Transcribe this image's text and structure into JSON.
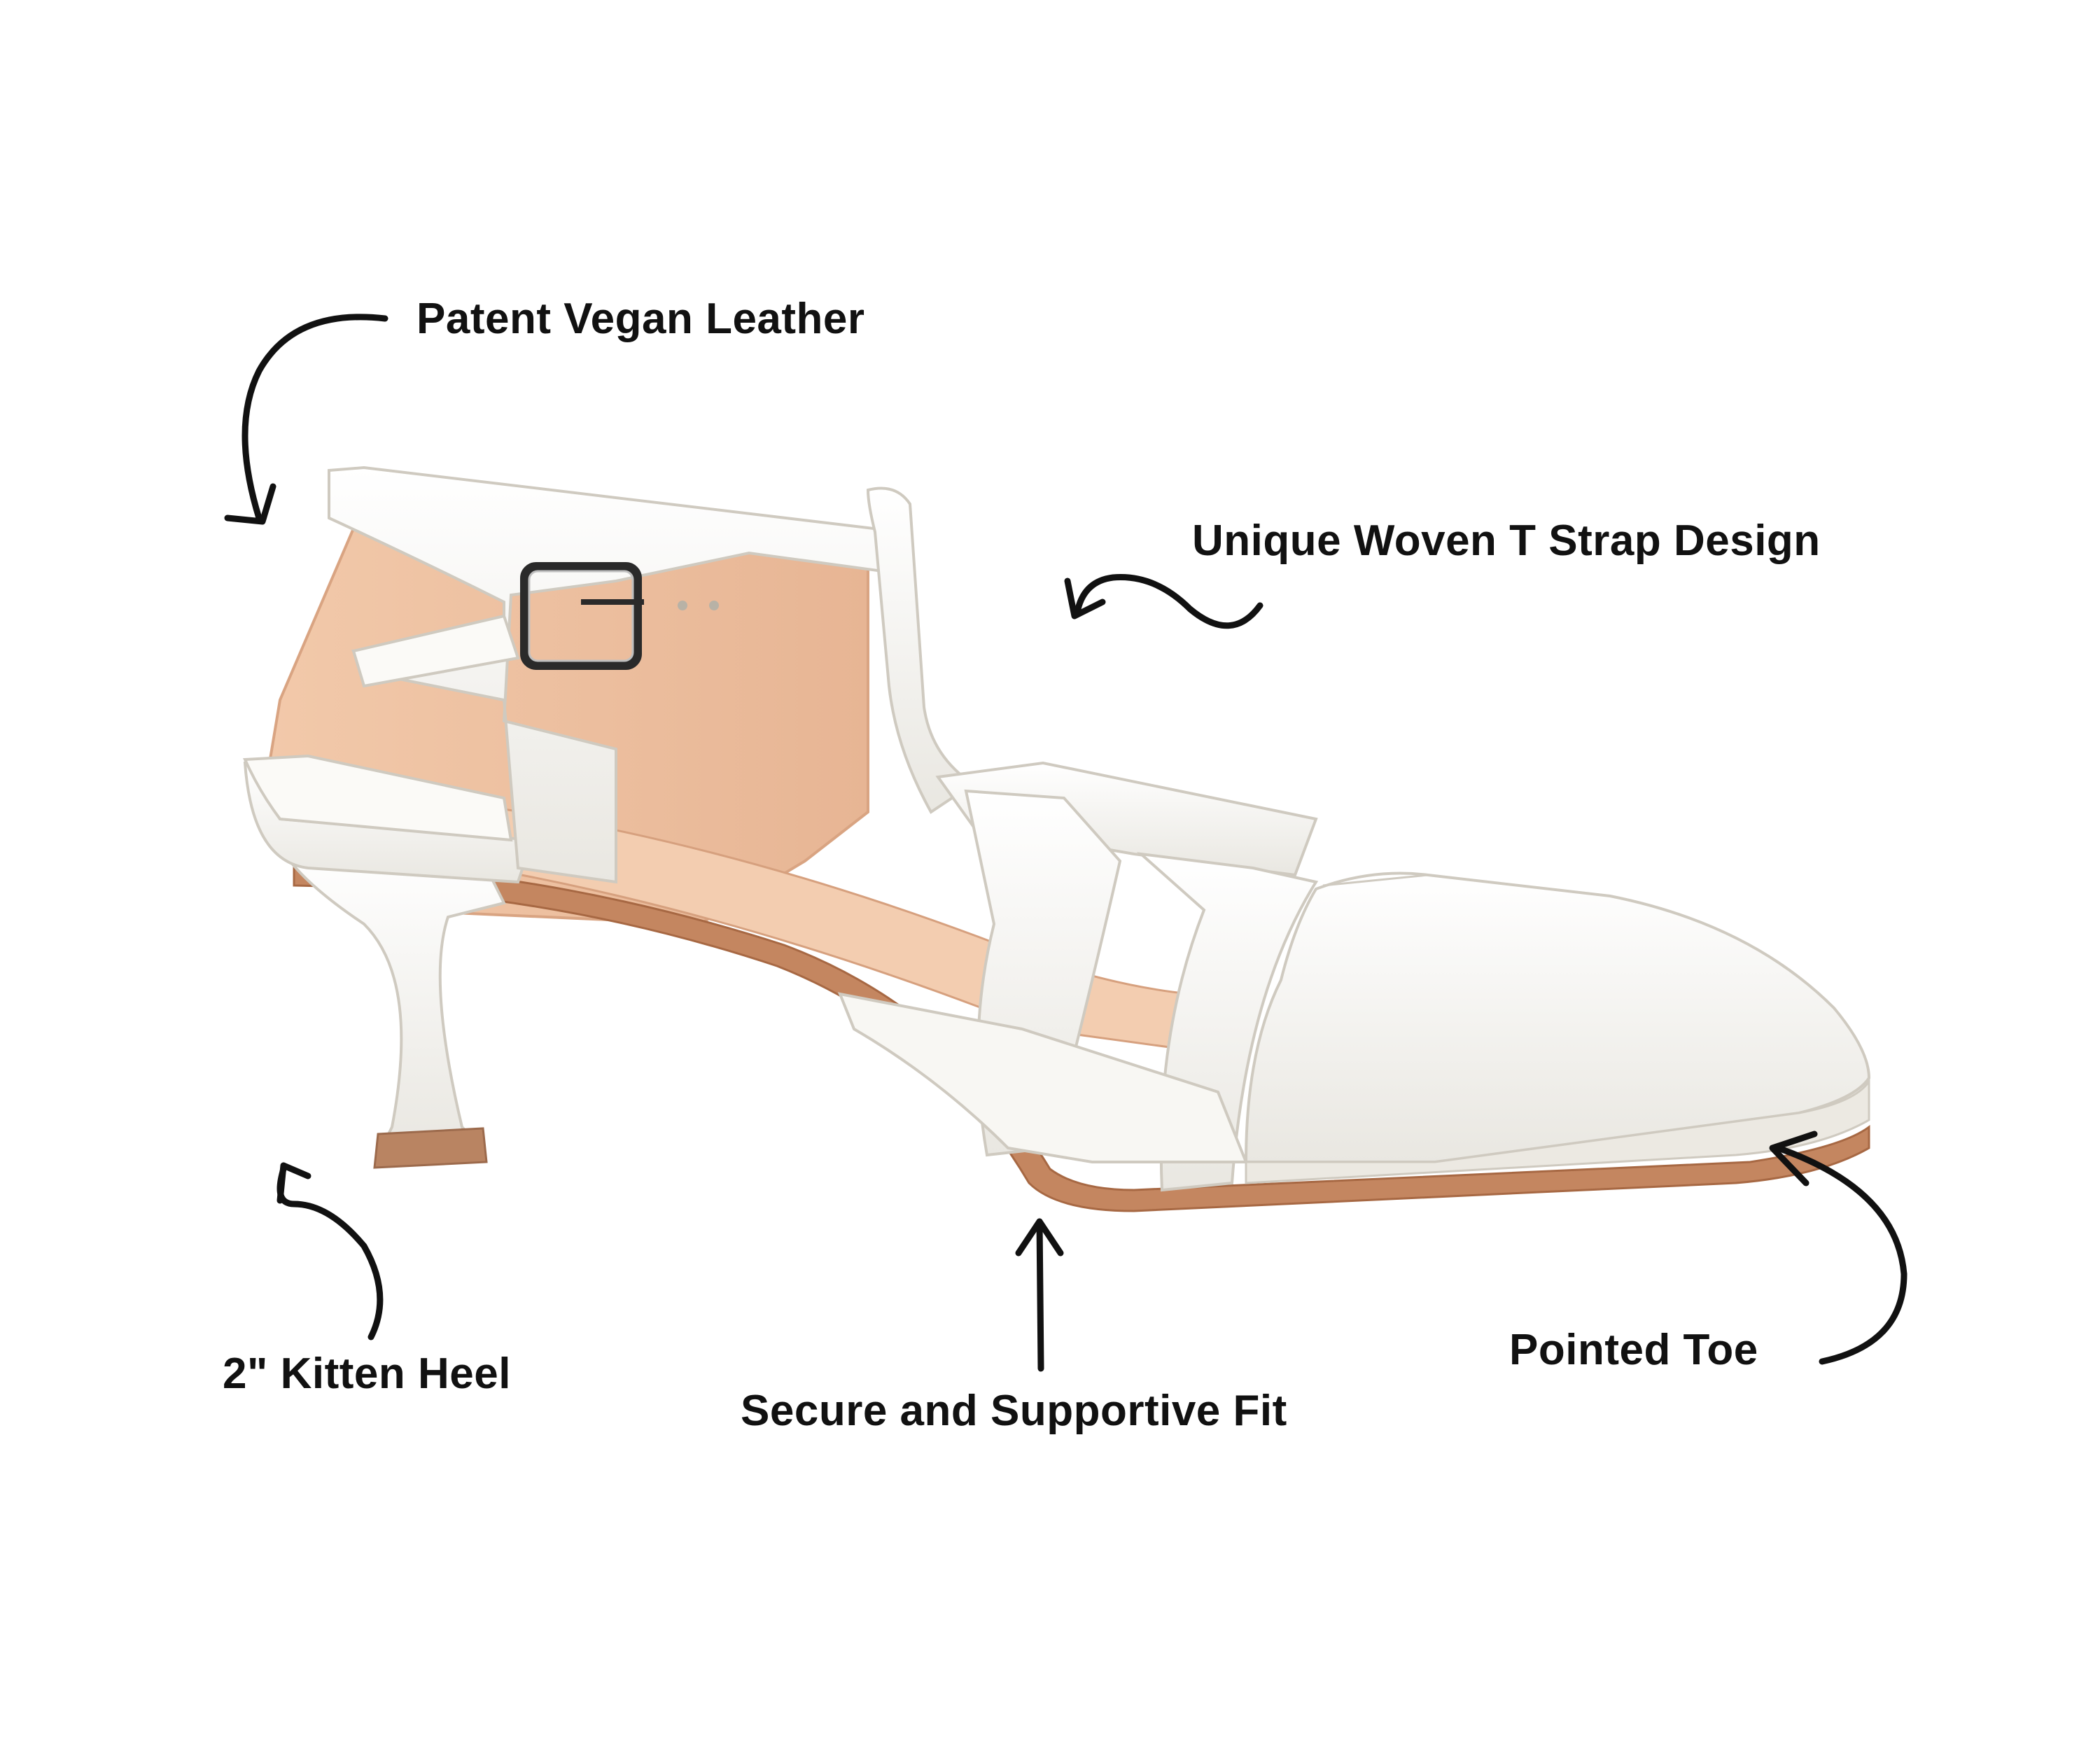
{
  "labels": {
    "leather": "Patent Vegan Leather",
    "t_strap": "Unique Woven T Strap Design",
    "heel": "2\" Kitten Heel",
    "fit": "Secure and Supportive Fit",
    "toe": "Pointed Toe"
  },
  "colors": {
    "background": "#ffffff",
    "text": "#111111",
    "shoe_white": "#f6f5f1",
    "lining": "#eec3a3",
    "sole": "#b97a55",
    "buckle": "#2a2a2a"
  }
}
